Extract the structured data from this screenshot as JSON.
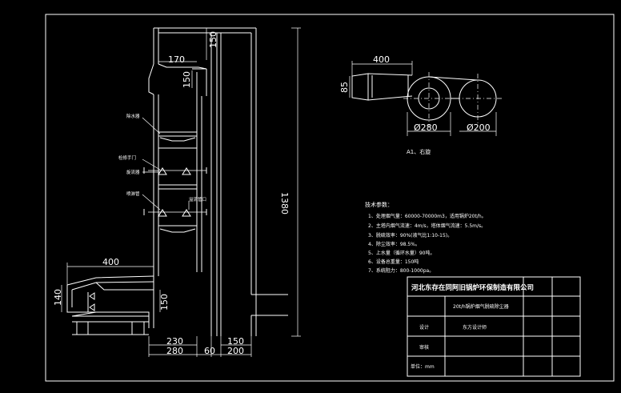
{
  "main_view": {
    "dims": {
      "top_gap": "150",
      "hood_width": "170",
      "hood_gap": "150",
      "height_total": "1380",
      "inlet_width": "400",
      "inlet_height": "140",
      "inlet_drop": "150",
      "base_230": "230",
      "base_150": "150",
      "base_280": "280",
      "base_60": "60",
      "base_200": "200"
    },
    "labels": {
      "deflector": "除水器",
      "inspection_door": "检修手门",
      "spray_nozzle": "旋流器",
      "spray_pipe": "喷淋管",
      "water_inlet": "溢流管口"
    }
  },
  "side_view": {
    "dims": {
      "length": "400",
      "height": "85",
      "dia_left": "Ø280",
      "dia_right": "Ø200"
    },
    "caption": "A1、右旋"
  },
  "tech_notes": {
    "heading": "技术参数：",
    "items": [
      "1、处理烟气量：60000-70000m3，适用锅炉20t/h。",
      "2、主塔内烟气流速：4m/s，塔体烟气流速：5.5m/s。",
      "3、脱硫效率：90%(液气比1:10-15)。",
      "4、除尘效率：98.5%。",
      "5、上水量（循环水量）90吨。",
      "6、设备总重量：150吨",
      "7、系统阻力：800-1000pa。"
    ]
  },
  "title_block": {
    "company": "河北东存在同阿旧锅炉环保制造有限公司",
    "drawing_name": "20t/h锅炉烟气脱硫除尘器",
    "design_label": "设计",
    "design_value": "东方设计师",
    "review_label": "审核",
    "scale_label": "单位：mm"
  }
}
